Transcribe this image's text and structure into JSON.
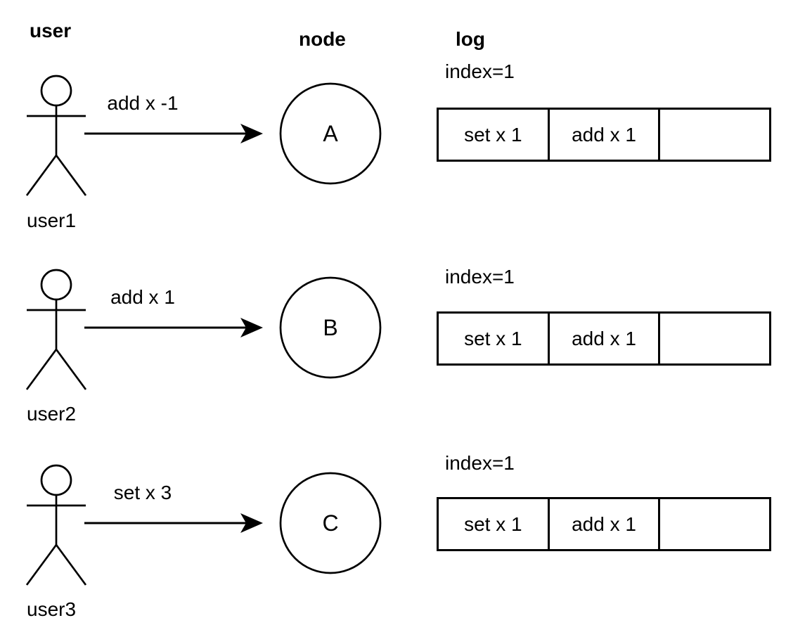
{
  "colors": {
    "background": "#ffffff",
    "ink": "#000000"
  },
  "headers": {
    "user": "user",
    "node": "node",
    "log": "log"
  },
  "rows": [
    {
      "user_label": "user1",
      "message": "add x -1",
      "node_label": "A",
      "log_index": "index=1",
      "log_cells": [
        "set x 1",
        "add x 1",
        ""
      ]
    },
    {
      "user_label": "user2",
      "message": "add x 1",
      "node_label": "B",
      "log_index": "index=1",
      "log_cells": [
        "set x 1",
        "add x 1",
        ""
      ]
    },
    {
      "user_label": "user3",
      "message": "set x 3",
      "node_label": "C",
      "log_index": "index=1",
      "log_cells": [
        "set x 1",
        "add x 1",
        ""
      ]
    }
  ]
}
